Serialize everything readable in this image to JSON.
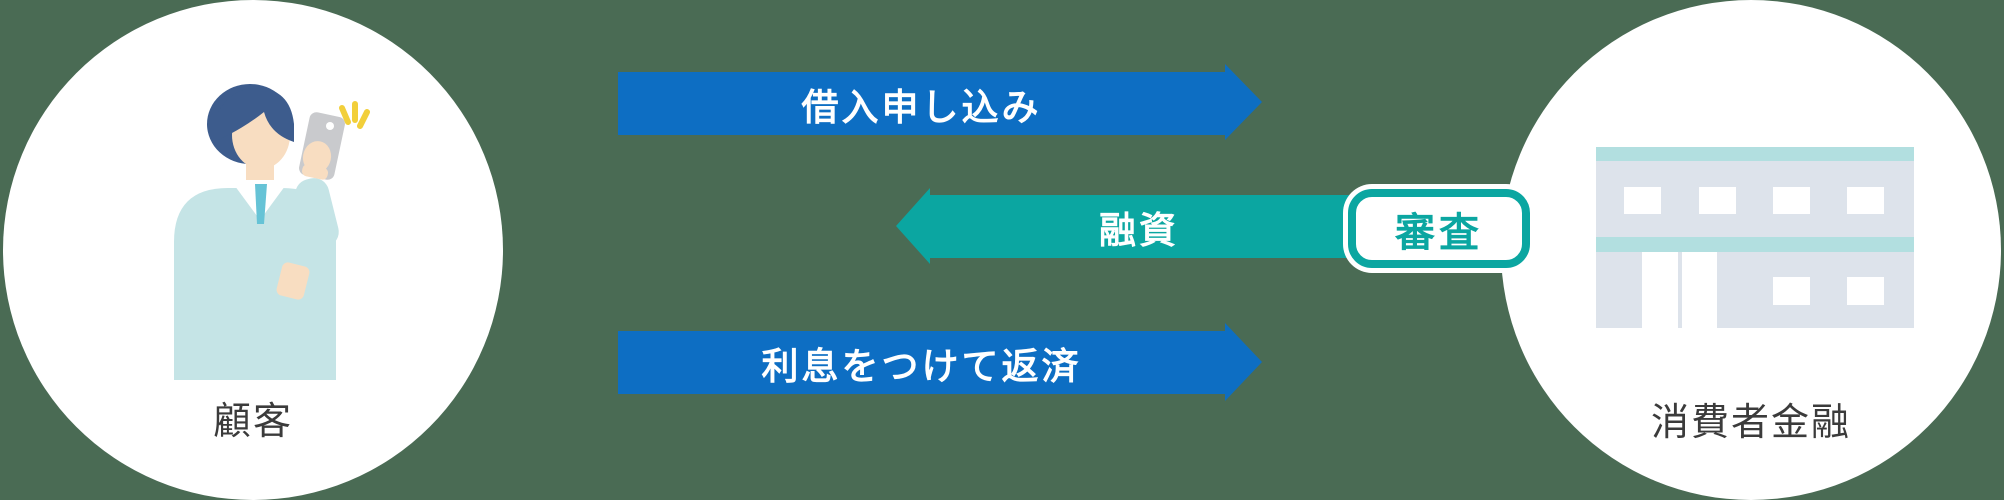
{
  "canvas": {
    "background_color": "#4a6b54"
  },
  "actors": {
    "customer": {
      "label": "顧客",
      "icon": "person-with-smartphone-icon"
    },
    "lender": {
      "label": "消費者金融",
      "icon": "office-building-icon"
    }
  },
  "flows": {
    "application": {
      "label": "借入申し込み",
      "direction": "right",
      "from": "customer",
      "to": "lender"
    },
    "financing": {
      "label": "融資",
      "direction": "left",
      "from": "lender",
      "to": "customer",
      "badge_label": "審査"
    },
    "repayment": {
      "label": "利息をつけて返済",
      "direction": "right",
      "from": "customer",
      "to": "lender"
    }
  },
  "colors": {
    "bg": "#4a6b54",
    "blue": "#0d6ec3",
    "teal": "#0ba6a1",
    "label": "#3b3b3b",
    "building_base": "#dde3eb",
    "building_band": "#b2dfe0",
    "skin": "#f8ddc1",
    "hair": "#3d5c8d",
    "sweater": "#c5e4e6",
    "tie": "#66c3d6",
    "phone": "#c9cacd",
    "sparkle": "#f2cf3a"
  }
}
